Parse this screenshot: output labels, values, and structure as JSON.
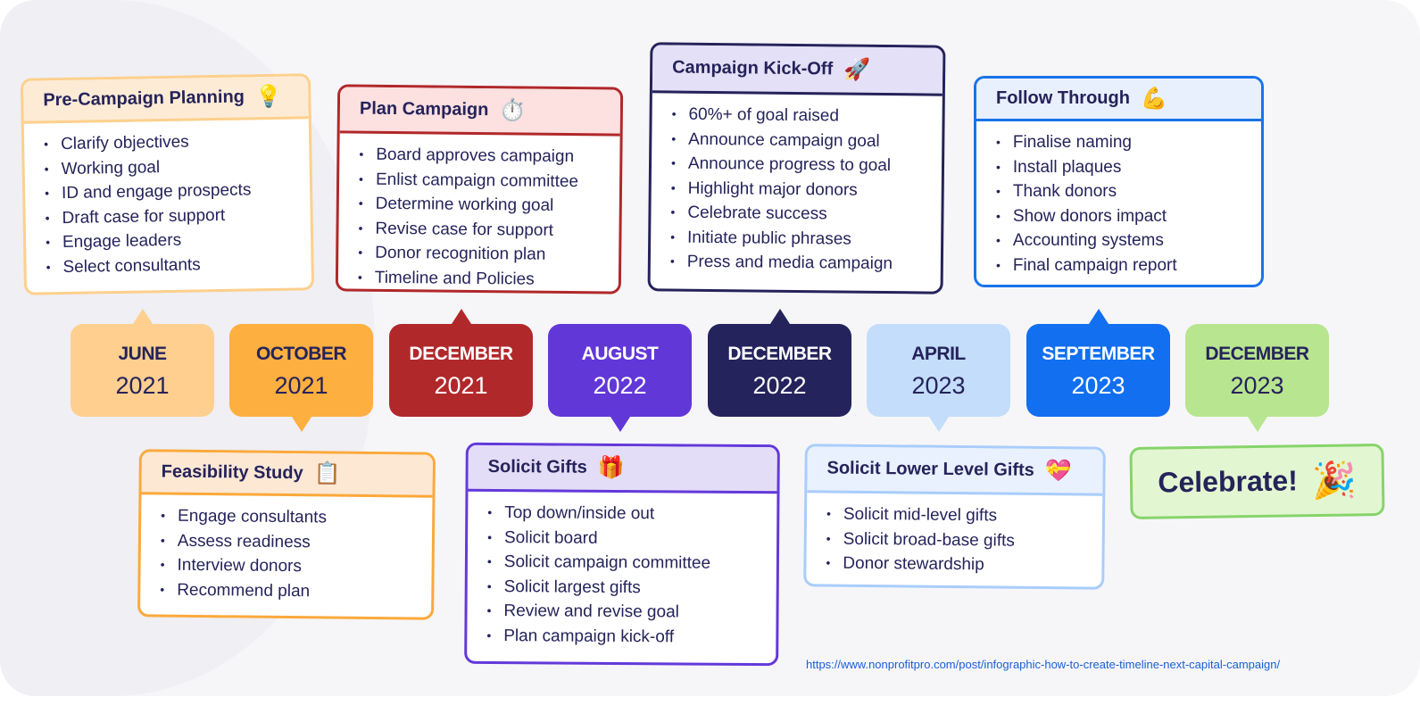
{
  "dates": [
    {
      "month": "JUNE",
      "year": "2021",
      "bg": "#fecf8e",
      "fg": "#25235a",
      "ptr": "up"
    },
    {
      "month": "OCTOBER",
      "year": "2021",
      "bg": "#fdaf3f",
      "fg": "#25235a",
      "ptr": "down"
    },
    {
      "month": "DECEMBER",
      "year": "2021",
      "bg": "#b1282b",
      "fg": "#ffffff",
      "ptr": "up"
    },
    {
      "month": "AUGUST",
      "year": "2022",
      "bg": "#6237d8",
      "fg": "#ffffff",
      "ptr": "down"
    },
    {
      "month": "DECEMBER",
      "year": "2022",
      "bg": "#24235c",
      "fg": "#ffffff",
      "ptr": "up"
    },
    {
      "month": "APRIL",
      "year": "2023",
      "bg": "#c3ddfb",
      "fg": "#25235a",
      "ptr": "down"
    },
    {
      "month": "SEPTEMBER",
      "year": "2023",
      "bg": "#116ff0",
      "fg": "#ffffff",
      "ptr": "up"
    },
    {
      "month": "DECEMBER",
      "year": "2023",
      "bg": "#b8e58f",
      "fg": "#25235a",
      "ptr": "down"
    }
  ],
  "cards": [
    {
      "title": "Pre-Campaign Planning",
      "icon": "💡",
      "icon_name": "lightbulb-icon",
      "header_bg": "#fdebd6",
      "border": "#fdd08c",
      "items": [
        "Clarify objectives",
        "Working goal",
        "ID and engage prospects",
        "Draft case for support",
        "Engage leaders",
        "Select consultants"
      ]
    },
    {
      "title": "Plan Campaign",
      "icon": "⏱️",
      "icon_name": "stopwatch-icon",
      "header_bg": "#fde0e0",
      "border": "#b0282a",
      "items": [
        "Board approves campaign",
        "Enlist campaign committee",
        "Determine working goal",
        "Revise case for support",
        "Donor recognition plan",
        "Timeline and Policies"
      ]
    },
    {
      "title": "Campaign Kick-Off",
      "icon": "🚀",
      "icon_name": "rocket-icon",
      "header_bg": "#e4e0f7",
      "border": "#25235a",
      "items": [
        "60%+ of goal raised",
        "Announce campaign goal",
        "Announce progress to goal",
        "Highlight major donors",
        "Celebrate success",
        "Initiate public phrases",
        "Press and media campaign"
      ]
    },
    {
      "title": "Follow Through",
      "icon": "💪",
      "icon_name": "flexed-biceps-icon",
      "header_bg": "#e7f0fc",
      "border": "#1a73e8",
      "items": [
        "Finalise naming",
        "Install plaques",
        "Thank donors",
        "Show donors impact",
        "Accounting systems",
        "Final campaign report"
      ]
    },
    {
      "title": "Feasibility Study",
      "icon": "📋",
      "icon_name": "clipboard-icon",
      "header_bg": "#fde8d4",
      "border": "#fba93b",
      "items": [
        "Engage consultants",
        "Assess readiness",
        "Interview donors",
        "Recommend plan"
      ]
    },
    {
      "title": "Solicit Gifts",
      "icon": "🎁",
      "icon_name": "gift-icon",
      "header_bg": "#e4ddf7",
      "border": "#6339d9",
      "items": [
        "Top down/inside out",
        "Solicit board",
        "Solicit campaign committee",
        "Solicit largest gifts",
        "Review and revise goal",
        "Plan campaign kick-off"
      ]
    },
    {
      "title": "Solicit Lower Level Gifts",
      "icon": "💝",
      "icon_name": "heart-ribbon-icon",
      "header_bg": "#e8f1fd",
      "border": "#a9cdfb",
      "items": [
        "Solicit mid-level gifts",
        "Solicit broad-base gifts",
        "Donor stewardship"
      ]
    }
  ],
  "celebrate": {
    "label": "Celebrate!",
    "icon": "🎉"
  },
  "bullet": "•",
  "source_url": "https://www.nonprofitpro.com/post/infographic-how-to-create-timeline-next-capital-campaign/"
}
